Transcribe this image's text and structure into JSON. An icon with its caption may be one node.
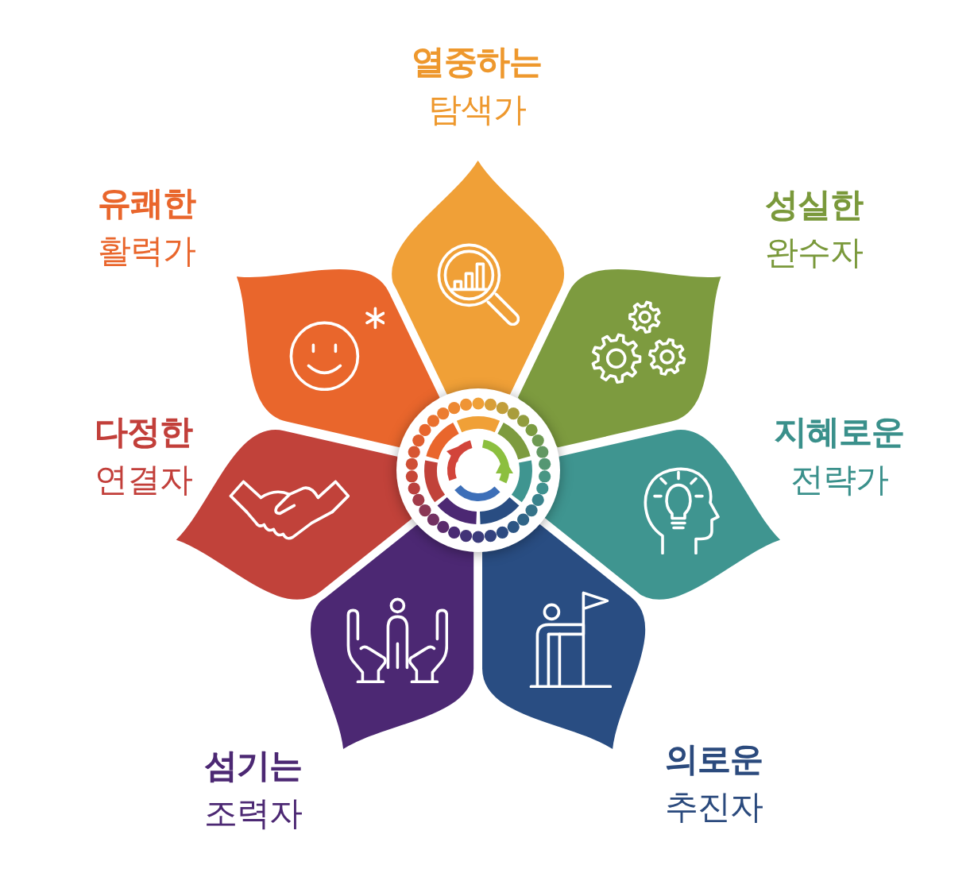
{
  "diagram": {
    "nodes": [
      {
        "text": [
          "열중하는",
          "탐색가"
        ]
      },
      {
        "text": [
          "성실한",
          "완수자"
        ]
      },
      {
        "text": [
          "지혜로운",
          "전략가"
        ]
      },
      {
        "text": [
          "의로운",
          "추진자"
        ]
      },
      {
        "text": [
          "섬기는",
          "조력자"
        ]
      },
      {
        "text": [
          "다정한",
          "연결자"
        ]
      },
      {
        "text": [
          "유쾌한",
          "활력가"
        ]
      },
      {
        "text": [],
        "shape": "circle"
      }
    ]
  }
}
